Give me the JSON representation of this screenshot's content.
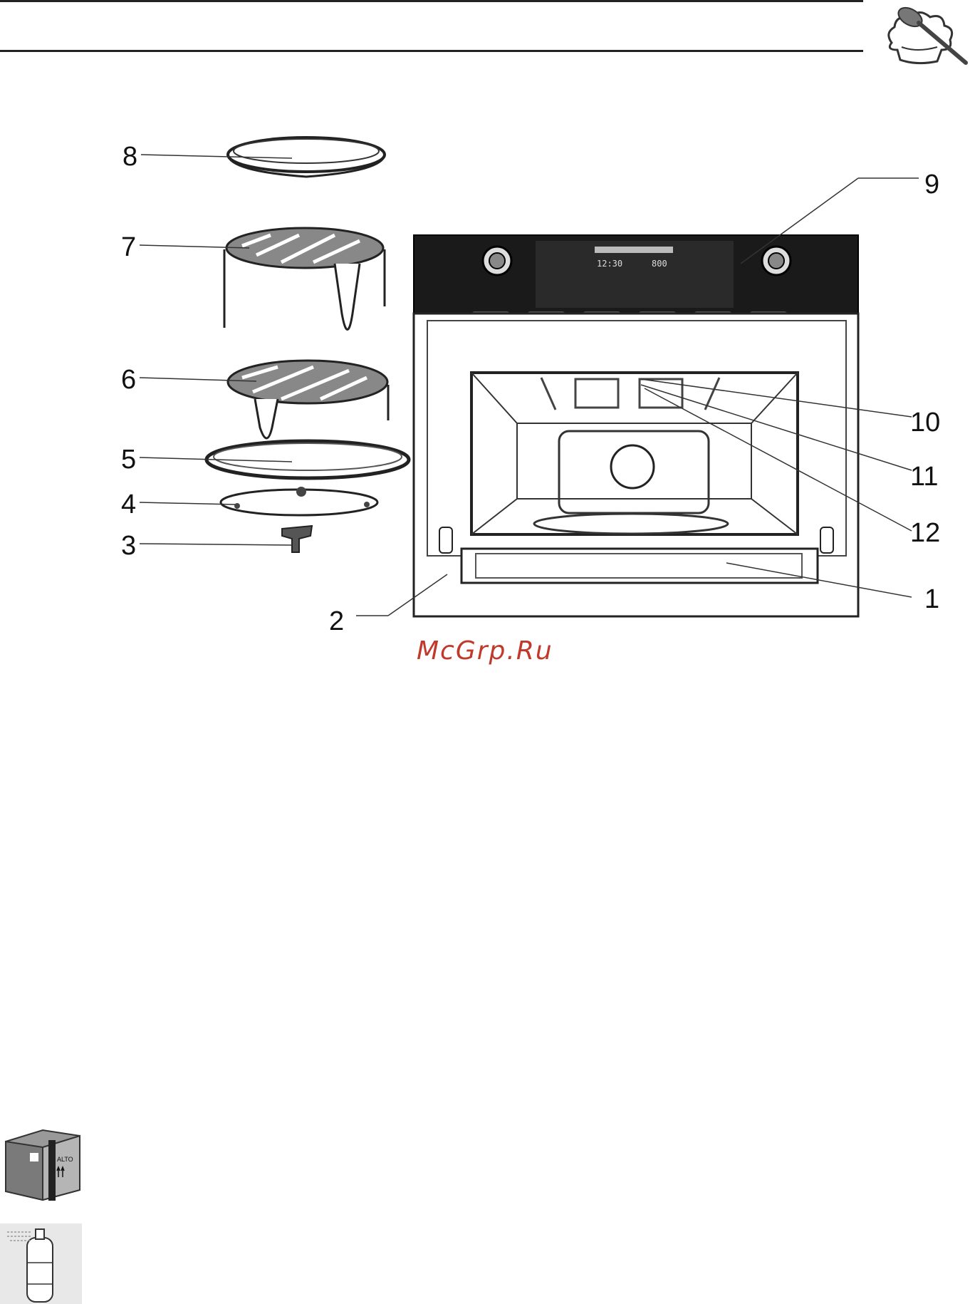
{
  "callouts": {
    "n1": "1",
    "n2": "2",
    "n3": "3",
    "n4": "4",
    "n5": "5",
    "n6": "6",
    "n7": "7",
    "n8": "8",
    "n9": "9",
    "n10": "10",
    "n11": "11",
    "n12": "12"
  },
  "display": {
    "clock": "12:30",
    "power": "800"
  },
  "watermark": "McGrp.Ru",
  "box_label": "ALTO",
  "icons": {
    "header": "chef-spoon-icon",
    "packaging": "box-icon",
    "spray": "spray-can-icon"
  },
  "colors": {
    "watermark": "#c0392b",
    "panel": "#1a1a1a",
    "line": "#222222"
  }
}
